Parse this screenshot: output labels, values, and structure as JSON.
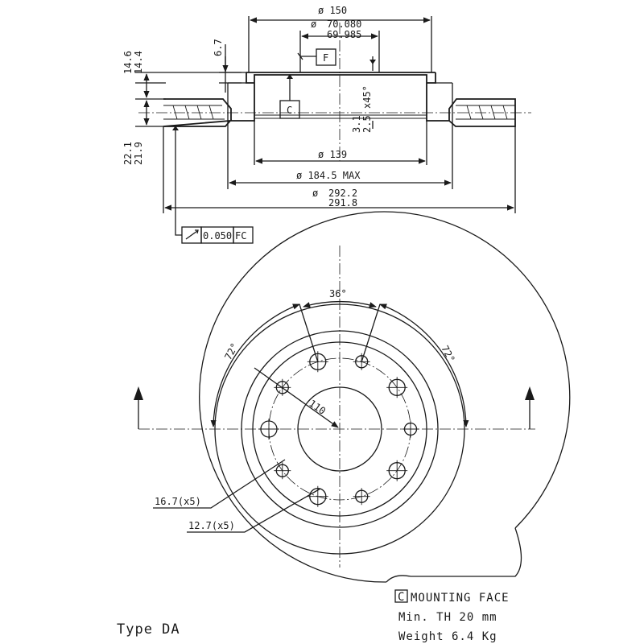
{
  "section_view": {
    "dim_outer_hat_diameter": "ø 150",
    "dim_pilot_diameter": "ø",
    "dim_pilot_max": "70.080",
    "dim_pilot_min": "69.985",
    "dim_hat_depth": "6.7",
    "dim_hat_height_1": "14.6",
    "dim_hat_height_2": "14.4",
    "dim_thickness_1": "22.1",
    "dim_thickness_2": "21.9",
    "dim_chamfer_1": "3.1",
    "dim_chamfer_2": "2.5",
    "dim_chamfer_angle": "x45°",
    "dim_inner_diameter": "ø 139",
    "dim_max_diameter": "ø 184.5 MAX",
    "dim_disc_diameter_symbol": "ø",
    "dim_disc_max": "292.2",
    "dim_disc_min": "291.8",
    "datum_f": "F",
    "datum_c": "C",
    "runout_tolerance": "0.050",
    "runout_datums": "FC"
  },
  "front_view": {
    "dim_angle_36": "36°",
    "dim_angle_72_left": "72°",
    "dim_angle_72_right": "72°",
    "dim_pcd": "110",
    "dim_hole_large": "16.7(x5)",
    "dim_hole_small": "12.7(x5)"
  },
  "notes": {
    "datum_label": "C",
    "mounting_face": "MOUNTING FACE",
    "min_thickness": "Min. TH  20  mm",
    "weight": "Weight 6.4  Kg"
  },
  "type_label": "Type DA"
}
